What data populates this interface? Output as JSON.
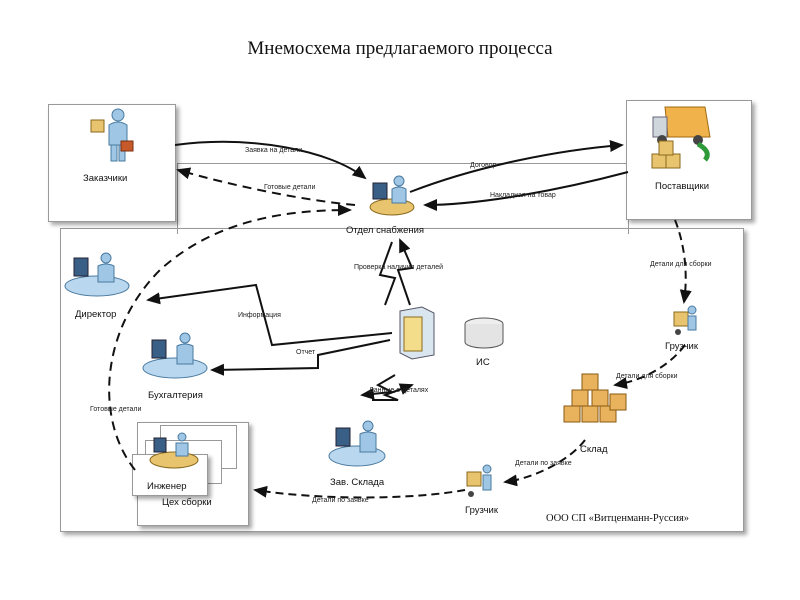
{
  "title": "Мнемосхема  предлагаемого процесса",
  "company": "ООО СП «Витценманн-Руссия»",
  "nodes": {
    "customers": "Заказчики",
    "suppliers": "Поставщики",
    "procurement": "Отдел снабжения",
    "director": "Директор",
    "accounting": "Бухгалтерия",
    "is": "ИС",
    "loader_top": "Грузчик",
    "warehouse": "Склад",
    "warehouse_head": "Зав. Склада",
    "loader_bottom": "Грузчик",
    "engineer": "Инженер",
    "assembly_shop": "Цех сборки"
  },
  "flows": {
    "parts_request": "Заявка на детали",
    "finished_parts": "Готовые детали",
    "contract": "Договор",
    "invoice": "Накладная на товар",
    "availability_check": "Проверка наличия деталей",
    "information": "Информация",
    "report": "Отчет",
    "parts_data": "Данные о деталях",
    "parts_for_assembly_1": "Детали для сборки",
    "parts_for_assembly_2": "Детали для сборки",
    "parts_by_request_1": "Детали по заявке",
    "parts_by_request_2": "Детали по заявке",
    "finished_parts_left": "Готовые детали"
  },
  "icons": [
    "person-icon",
    "truck-icon",
    "boxes-icon",
    "desk-worker-icon",
    "server-icon",
    "database-icon",
    "hand-truck-icon"
  ]
}
